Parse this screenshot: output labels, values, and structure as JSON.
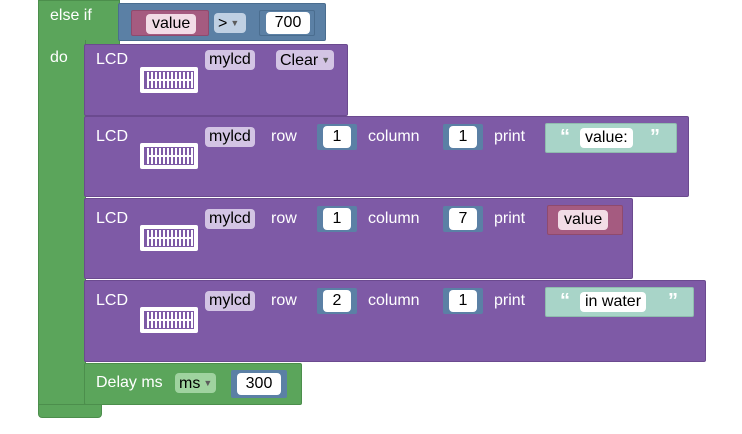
{
  "if_block": {
    "else_if_label": "else if",
    "do_label": "do",
    "condition": {
      "left_var": "value",
      "operator": ">",
      "right_value": "700"
    }
  },
  "statements": [
    {
      "kind": "lcd-clear",
      "lcd_label": "LCD",
      "name": "mylcd",
      "action": "Clear"
    },
    {
      "kind": "lcd-print",
      "lcd_label": "LCD",
      "name": "mylcd",
      "row_label": "row",
      "row": "1",
      "column_label": "column",
      "column": "1",
      "print_label": "print",
      "text": "value:"
    },
    {
      "kind": "lcd-print-var",
      "lcd_label": "LCD",
      "name": "mylcd",
      "row_label": "row",
      "row": "1",
      "column_label": "column",
      "column": "7",
      "print_label": "print",
      "var": "value"
    },
    {
      "kind": "lcd-print",
      "lcd_label": "LCD",
      "name": "mylcd",
      "row_label": "row",
      "row": "2",
      "column_label": "column",
      "column": "1",
      "print_label": "print",
      "text": "in water"
    }
  ],
  "delay": {
    "label": "Delay ms",
    "unit": "ms",
    "value": "300"
  },
  "quotes": {
    "open": "“",
    "close": "”"
  },
  "colors": {
    "control_green": "#5ba55b",
    "lcd_purple": "#7e5aa6",
    "variable_pink": "#a55b80",
    "math_blue": "#5b80a5",
    "text_teal": "#a8d4c8"
  }
}
